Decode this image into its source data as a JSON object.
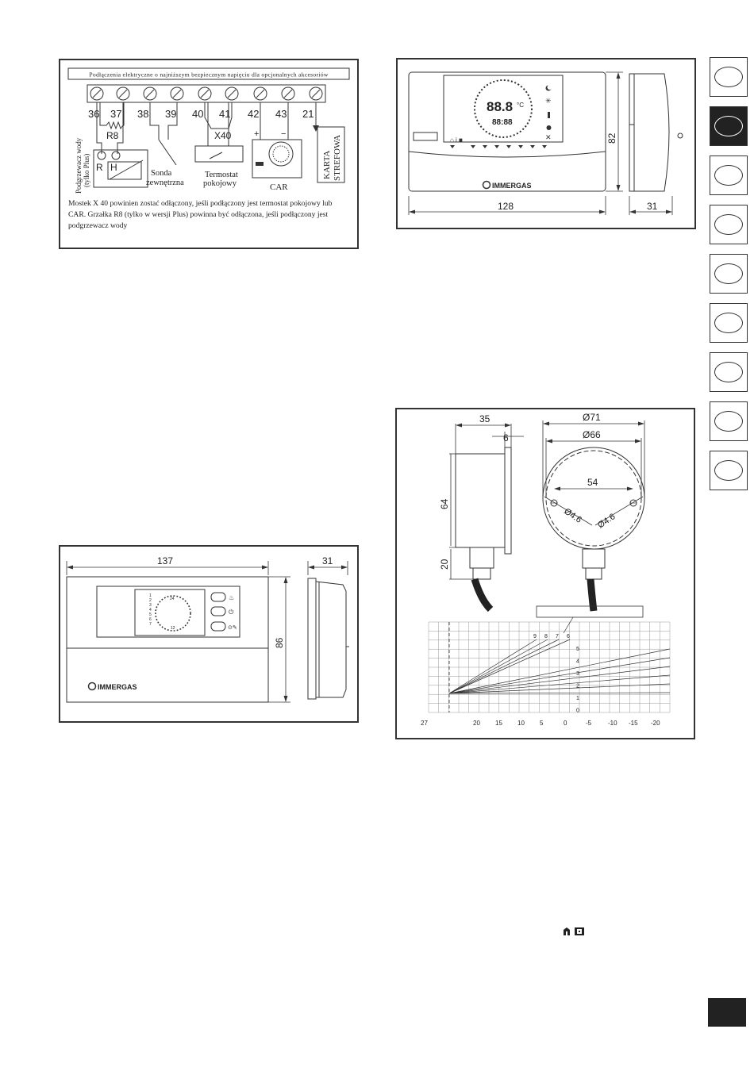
{
  "wiring": {
    "header": "Podłączenia elektryczne o najniższym bezpiecznym napięciu dla opcjonalnych akcesoriów",
    "terminals": [
      "36",
      "37",
      "38",
      "39",
      "40",
      "41",
      "42",
      "43",
      "21"
    ],
    "r8": "R8",
    "x40": "X40",
    "plus": "+",
    "minus": "−",
    "r": "R",
    "h": "H",
    "heater_label_1": "Podgrzewacz wody",
    "heater_label_2": "(tylko Plus)",
    "sonda_1": "Sonda",
    "sonda_2": "zewnętrzna",
    "termostat_1": "Termostat",
    "termostat_2": "pokojowy",
    "car": "CAR",
    "karta_1": "KARTA",
    "karta_2": "STREFOWA",
    "note": "Mostek X 40 powinien zostać odłączony, jeśli podłączony jest termostat pokojowy lub CAR. Grzałka R8 (tylko w wersji Plus) powinna być odłączona, jeśli podłączony jest podgrzewacz wody"
  },
  "car_device": {
    "width": "128",
    "height": "82",
    "depth": "31",
    "lcd_big": "88.8",
    "lcd_small": "88:88",
    "brand": "IMMERGAS"
  },
  "panel_device": {
    "width": "137",
    "height": "86",
    "depth": "31",
    "brand": "IMMERGAS",
    "dial_numbers": [
      "1",
      "2",
      "3",
      "4",
      "5",
      "6",
      "7"
    ],
    "dial_top": "24",
    "dial_bottom": "12"
  },
  "sensor": {
    "dim_depth": "35",
    "dim_lip": "6",
    "dim_height": "64",
    "dim_cable": "20",
    "dim_outer": "Ø71",
    "dim_inner": "Ø66",
    "dim_holes": "54",
    "hole_left": "Ø4.6",
    "hole_right": "Ø4.6"
  },
  "curve_chart": {
    "curves_top": [
      "9",
      "8",
      "7",
      "6"
    ],
    "curves_right": [
      "5",
      "4",
      "3",
      "2",
      "1",
      "0"
    ],
    "x_ticks": [
      "27",
      "20",
      "15",
      "10",
      "5",
      "0",
      "-5",
      "-10",
      "-15",
      "-20"
    ]
  },
  "lang_tabs": 9,
  "active_tab_index": 1,
  "colors": {
    "ink": "#222222",
    "line": "#333333"
  }
}
